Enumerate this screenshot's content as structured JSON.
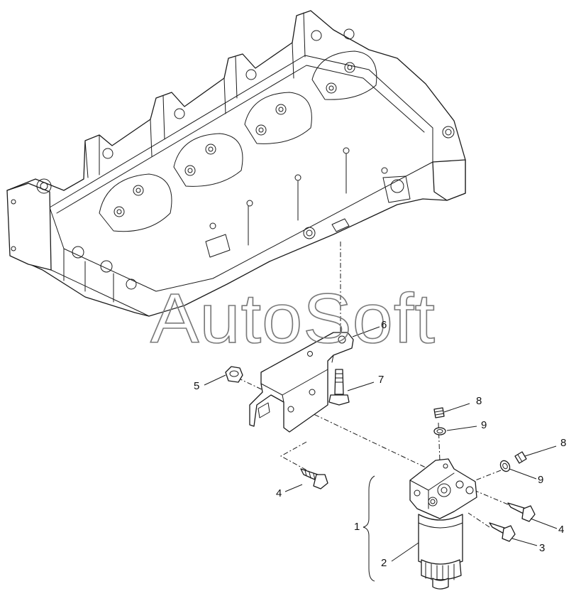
{
  "watermark": "AutoSoft",
  "callouts": {
    "c1": "1",
    "c2": "2",
    "c3": "3",
    "c4a": "4",
    "c4b": "4",
    "c5": "5",
    "c6": "6",
    "c7": "7",
    "c8a": "8",
    "c8b": "8",
    "c9a": "9",
    "c9b": "9"
  }
}
